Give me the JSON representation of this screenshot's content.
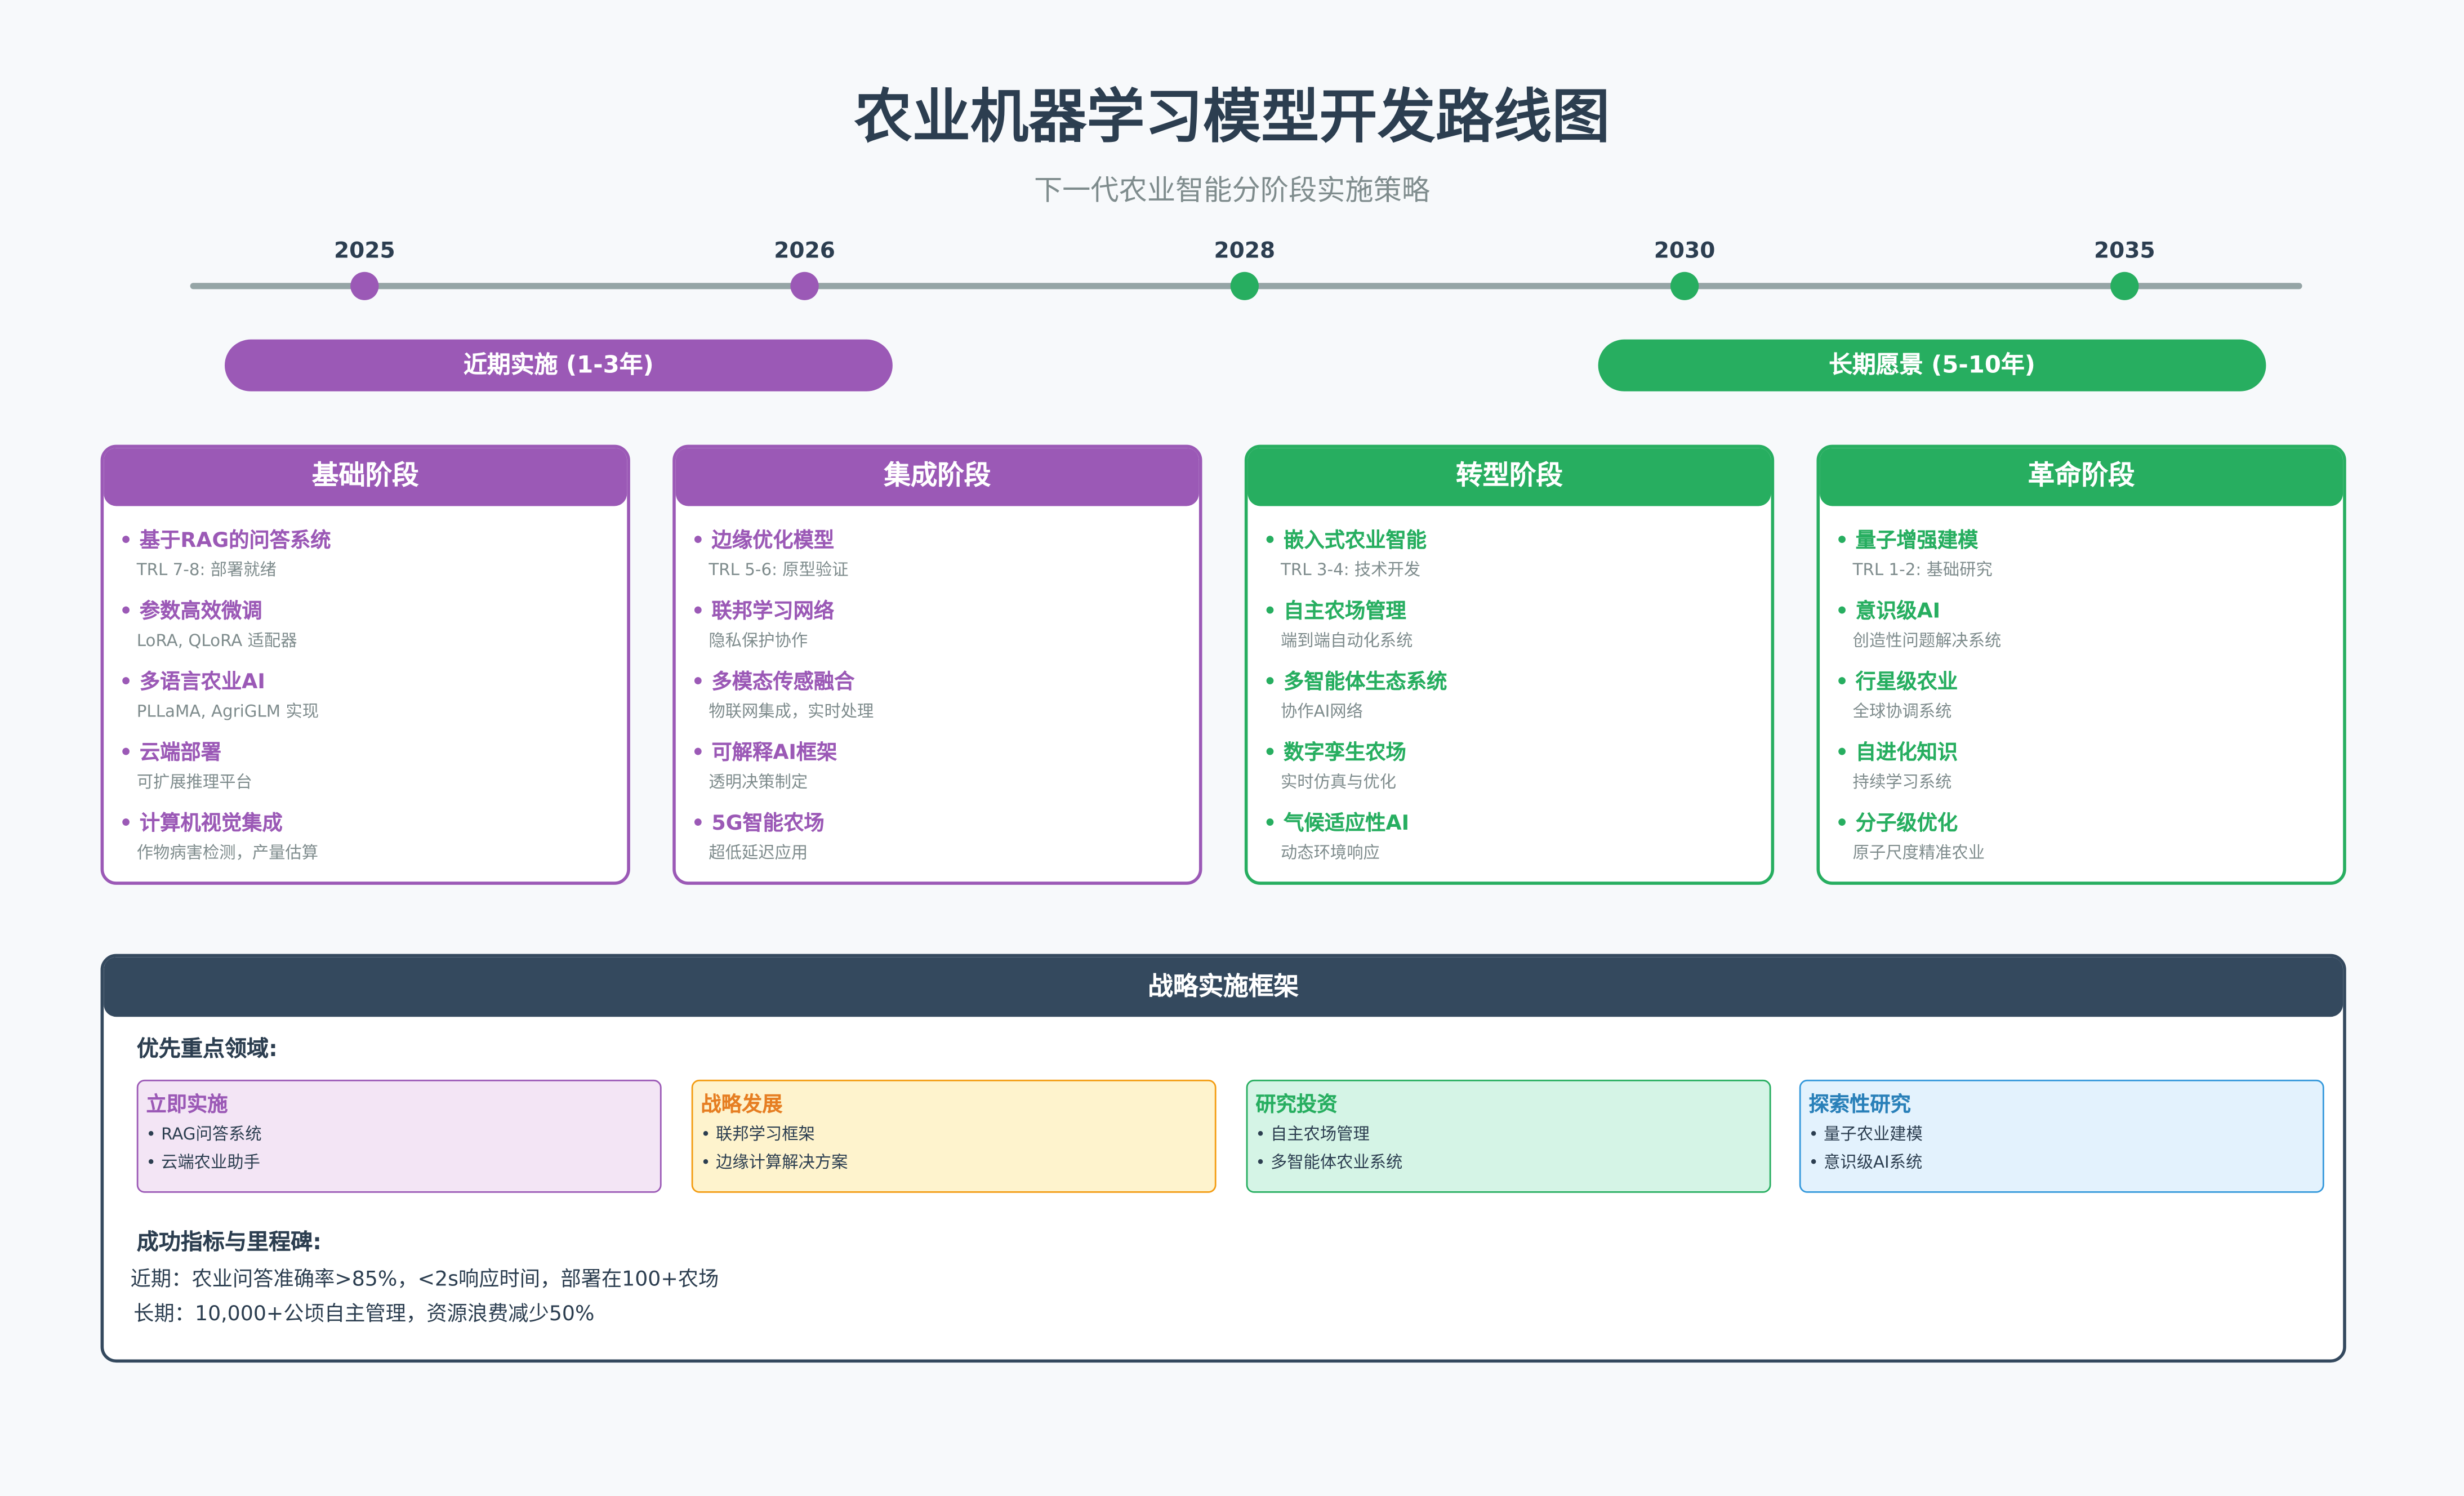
{
  "title": "农业机器学习模型开发路线图",
  "subtitle": "下一代农业智能分阶段实施策略",
  "colors": {
    "purple": "#9b59b6",
    "green": "#27ae60",
    "dark": "#34495e",
    "orange": "#f39c12",
    "blue": "#3498db",
    "timeline": "#95a5a6"
  },
  "timeline": {
    "years": [
      {
        "label": "2025",
        "color": "#9b59b6"
      },
      {
        "label": "2026",
        "color": "#9b59b6"
      },
      {
        "label": "2028",
        "color": "#27ae60"
      },
      {
        "label": "2030",
        "color": "#27ae60"
      },
      {
        "label": "2035",
        "color": "#27ae60"
      }
    ]
  },
  "periods": {
    "near": "近期实施 (1-3年)",
    "long": "长期愿景 (5-10年)"
  },
  "phases": [
    {
      "title": "基础阶段",
      "items": [
        {
          "t": "基于RAG的问答系统",
          "s": "TRL 7-8: 部署就绪"
        },
        {
          "t": "参数高效微调",
          "s": "LoRA, QLoRA 适配器"
        },
        {
          "t": "多语言农业AI",
          "s": "PLLaMA, AgriGLM 实现"
        },
        {
          "t": "云端部署",
          "s": "可扩展推理平台"
        },
        {
          "t": "计算机视觉集成",
          "s": "作物病害检测，产量估算"
        }
      ]
    },
    {
      "title": "集成阶段",
      "items": [
        {
          "t": "边缘优化模型",
          "s": "TRL 5-6: 原型验证"
        },
        {
          "t": "联邦学习网络",
          "s": "隐私保护协作"
        },
        {
          "t": "多模态传感融合",
          "s": "物联网集成，实时处理"
        },
        {
          "t": "可解释AI框架",
          "s": "透明决策制定"
        },
        {
          "t": "5G智能农场",
          "s": "超低延迟应用"
        }
      ]
    },
    {
      "title": "转型阶段",
      "items": [
        {
          "t": "嵌入式农业智能",
          "s": "TRL 3-4: 技术开发"
        },
        {
          "t": "自主农场管理",
          "s": "端到端自动化系统"
        },
        {
          "t": "多智能体生态系统",
          "s": "协作AI网络"
        },
        {
          "t": "数字孪生农场",
          "s": "实时仿真与优化"
        },
        {
          "t": "气候适应性AI",
          "s": "动态环境响应"
        }
      ]
    },
    {
      "title": "革命阶段",
      "items": [
        {
          "t": "量子增强建模",
          "s": "TRL 1-2: 基础研究"
        },
        {
          "t": "意识级AI",
          "s": "创造性问题解决系统"
        },
        {
          "t": "行星级农业",
          "s": "全球协调系统"
        },
        {
          "t": "自进化知识",
          "s": "持续学习系统"
        },
        {
          "t": "分子级优化",
          "s": "原子尺度精准农业"
        }
      ]
    }
  ],
  "framework": {
    "title": "战略实施框架",
    "priority_heading": "优先重点领域:",
    "boxes": [
      {
        "title": "立即实施",
        "items": [
          "RAG问答系统",
          "云端农业助手"
        ]
      },
      {
        "title": "战略发展",
        "items": [
          "联邦学习框架",
          "边缘计算解决方案"
        ]
      },
      {
        "title": "研究投资",
        "items": [
          "自主农场管理",
          "多智能体农业系统"
        ]
      },
      {
        "title": "探索性研究",
        "items": [
          "量子农业建模",
          "意识级AI系统"
        ]
      }
    ],
    "metrics_heading": "成功指标与里程碑:",
    "metrics": [
      "近期：农业问答准确率>85%，<2s响应时间，部署在100+农场",
      "长期：10,000+公顷自主管理，资源浪费减少50%"
    ]
  }
}
